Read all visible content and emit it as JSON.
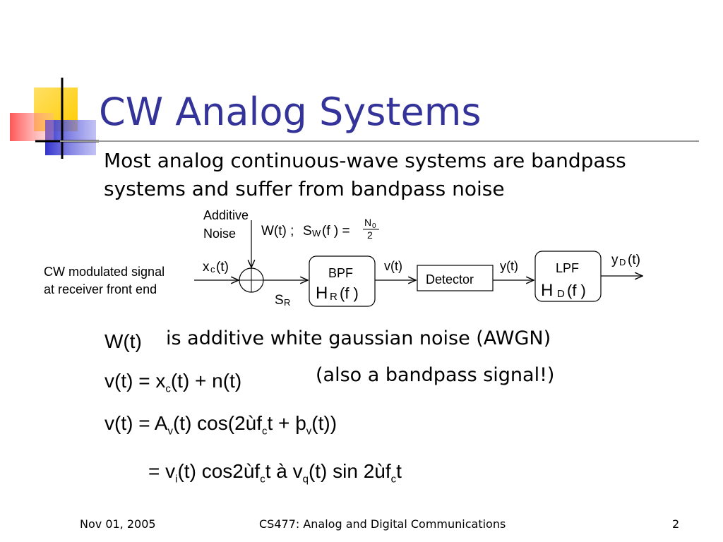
{
  "slide": {
    "title": "CW Analog Systems",
    "bullet": "Most analog continuous-wave systems are bandpass systems and suffer from bandpass noise"
  },
  "diagram": {
    "input_label_line1": "CW modulated signal",
    "input_label_line2": "at receiver front end",
    "noise_label_line1": "Additive",
    "noise_label_line2": "Noise",
    "noise_W": "W(t) ;",
    "noise_S": "S",
    "noise_S_sub": "W",
    "noise_S_rest": "(f ) =",
    "noise_N": "N",
    "noise_N_sub": "0",
    "noise_denominator": "2",
    "xc_main": "x",
    "xc_sub": "c",
    "xc_rest": "(t)",
    "sr_main": "S",
    "sr_sub": "R",
    "bpf_label": "BPF",
    "bpf_H": "H",
    "bpf_sub": "R",
    "bpf_rest": "(f )",
    "v_label": "v(t)",
    "detector_label": "Detector",
    "y_label": "y(t)",
    "lpf_label": "LPF",
    "lpf_H": "H",
    "lpf_sub": "D",
    "lpf_rest": "(f )",
    "yd_main": "y",
    "yd_sub": "D",
    "yd_rest": "(t)"
  },
  "equations": {
    "eq1_lhs": "W(t)",
    "eq1_text": "is additive white gaussian noise (AWGN)",
    "eq2_a": "v(t) =  x",
    "eq2_sub": "c",
    "eq2_b": "(t) + n(t)",
    "eq2_note": "(also a bandpass signal!)",
    "eq3_a": "v(t) =  A",
    "eq3_sub1": "v",
    "eq3_b": "(t) cos(2ùf",
    "eq3_sub2": "c",
    "eq3_c": "t + þ",
    "eq3_sub3": "v",
    "eq3_d": "(t))",
    "eq4_a": "=  v",
    "eq4_sub1": "i",
    "eq4_b": "(t) cos2ùf",
    "eq4_sub2": "c",
    "eq4_c": "t à  v",
    "eq4_sub3": "q",
    "eq4_d": "(t) sin 2ùf",
    "eq4_sub4": "c",
    "eq4_e": "t"
  },
  "footer": {
    "date": "Nov 01, 2005",
    "course": "CS477: Analog and Digital Communications",
    "page": "2"
  },
  "colors": {
    "title": "#333399",
    "deco_yellow": "#FFCC00",
    "deco_blue": "#3333CC",
    "deco_red": "#FF3333"
  }
}
